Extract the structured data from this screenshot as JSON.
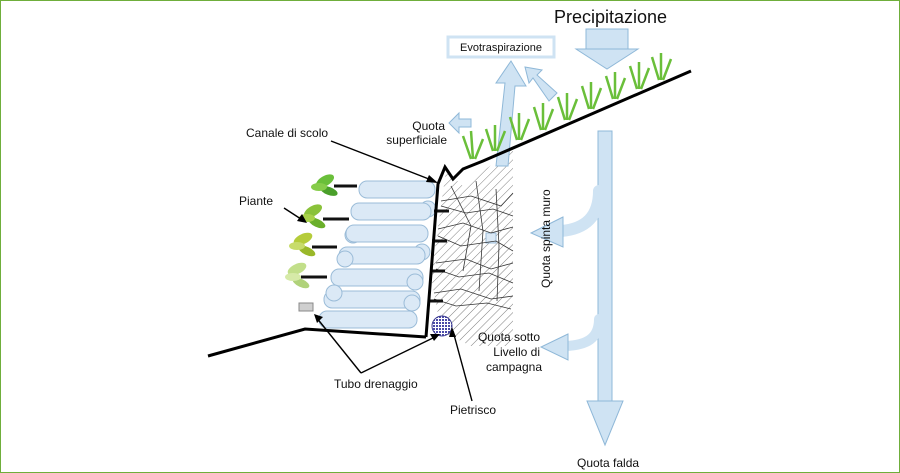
{
  "diagram": {
    "labels": {
      "precipitation": "Precipitazione",
      "evapotranspiration": "Evotraspirazione",
      "surface_quota_line1": "Quota",
      "surface_quota_line2": "superficiale",
      "drainage_channel": "Canale di scolo",
      "plants": "Piante",
      "wall_thrust_quota": "Quota spinta muro",
      "below_ground_line1": "Quota sotto",
      "below_ground_line2": "Livello di",
      "below_ground_line3": "campagna",
      "drainage_pipe": "Tubo drenaggio",
      "gravel": "Pietrisco",
      "water_table_quota": "Quota falda"
    },
    "colors": {
      "border": "#6fae3b",
      "flow_arrow": "#cfe3f3",
      "flow_arrow_stroke": "#8fb8d8",
      "timber": "#dbe9f6",
      "grass": "#6abf3a",
      "ground": "#000000",
      "gravel_fill": "#5a5ab8"
    }
  }
}
